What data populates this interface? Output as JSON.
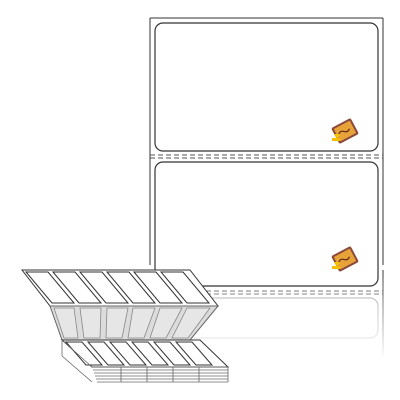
{
  "image": {
    "subject": "fanfold-label-sheet-illustration",
    "labels_per_sheet": 2,
    "fanfold_columns": 6,
    "colors": {
      "background": "#ffffff",
      "outline": "#333333",
      "perforation": "#555555",
      "fold_gray": "#dcdcdc",
      "icon_brown": "#8b4a3a",
      "icon_orange": "#e8a23a",
      "icon_yellow": "#f2c200"
    },
    "icons": [
      "roll-label-badge-icon",
      "roll-label-badge-icon"
    ]
  }
}
